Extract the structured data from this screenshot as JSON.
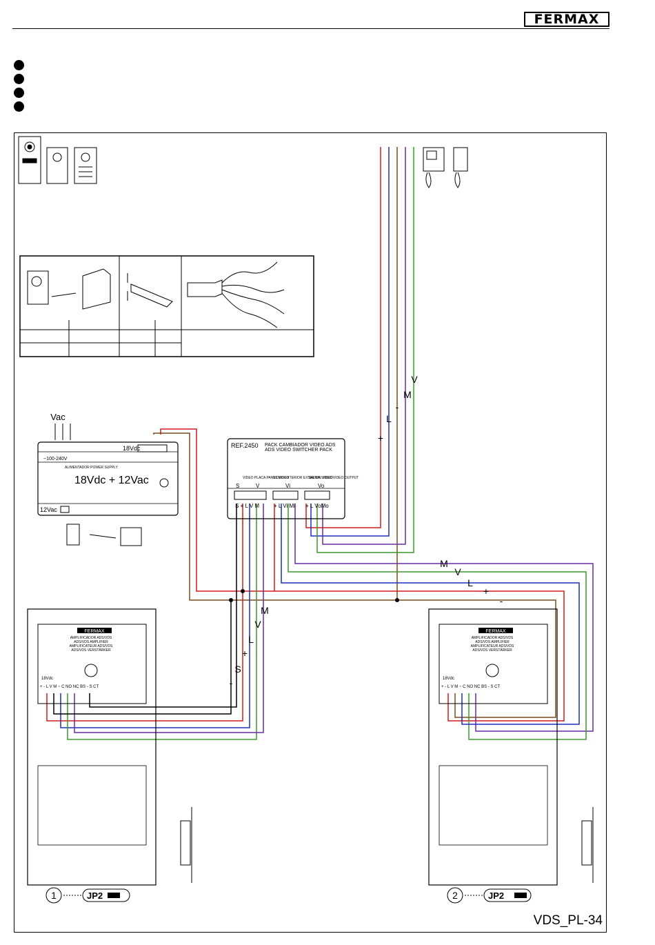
{
  "brand": "FERMAX",
  "diagram_id": "VDS_PL-34",
  "power_supply": {
    "input_label": "Vac",
    "out_dc": "18Vdc",
    "out_ac": "12Vac",
    "title": "18Vdc + 12Vac",
    "range": "~100-240V",
    "name": "ALIMENTADOR\nPOWER SUPPLY"
  },
  "switcher": {
    "ref": "REF.2450",
    "title1": "PACK CAMBIADOR VIDEO ADS",
    "title2": "ADS VIDEO SWITCHER PACK",
    "sec_panel": "VIDEO PLACA\nPANEL VIDEO",
    "sec_ext": "VIDEO EXTERIOR\nEXTERNAL VIDEO",
    "sec_out": "SALIDA VIDEO\nVIDEO OUTPUT",
    "lbl_s": "S",
    "lbl_v": "V",
    "lbl_vi": "Vi",
    "lbl_vo": "Vo",
    "terminals_panel": "S  +  L  V  M",
    "terminals_ext": "+  L  Vi Mi",
    "terminals_out": "+  L  VoMo"
  },
  "amplifier": {
    "brand": "FERMAX",
    "lines": [
      "AMPLIFICADOR ADS/VDS",
      "ADS/VDS AMPLIFIER",
      "AMPLIFICATEUR ADS/VDS",
      "ADS/VDS VERSTÄRKER"
    ],
    "supply": "18Vdc",
    "terminals": "+  -  L   V  M  ~  C NO NC  BS  -  S  CT"
  },
  "jumpers": [
    {
      "num": "1",
      "label": "JP2"
    },
    {
      "num": "2",
      "label": "JP2"
    }
  ],
  "wire_labels": {
    "riser": [
      "+",
      "L",
      "-",
      "M",
      "V"
    ],
    "bus": [
      "M",
      "V",
      "L",
      "+",
      "-"
    ],
    "panel": [
      "-",
      "S",
      "+",
      "L",
      "V",
      "M"
    ]
  },
  "colors": {
    "plus": "#d21a1a",
    "l": "#1b2fc2",
    "minus": "#7a4a1e",
    "m": "#6a2aa8",
    "v": "#3a9a2a",
    "s": "#000000"
  }
}
